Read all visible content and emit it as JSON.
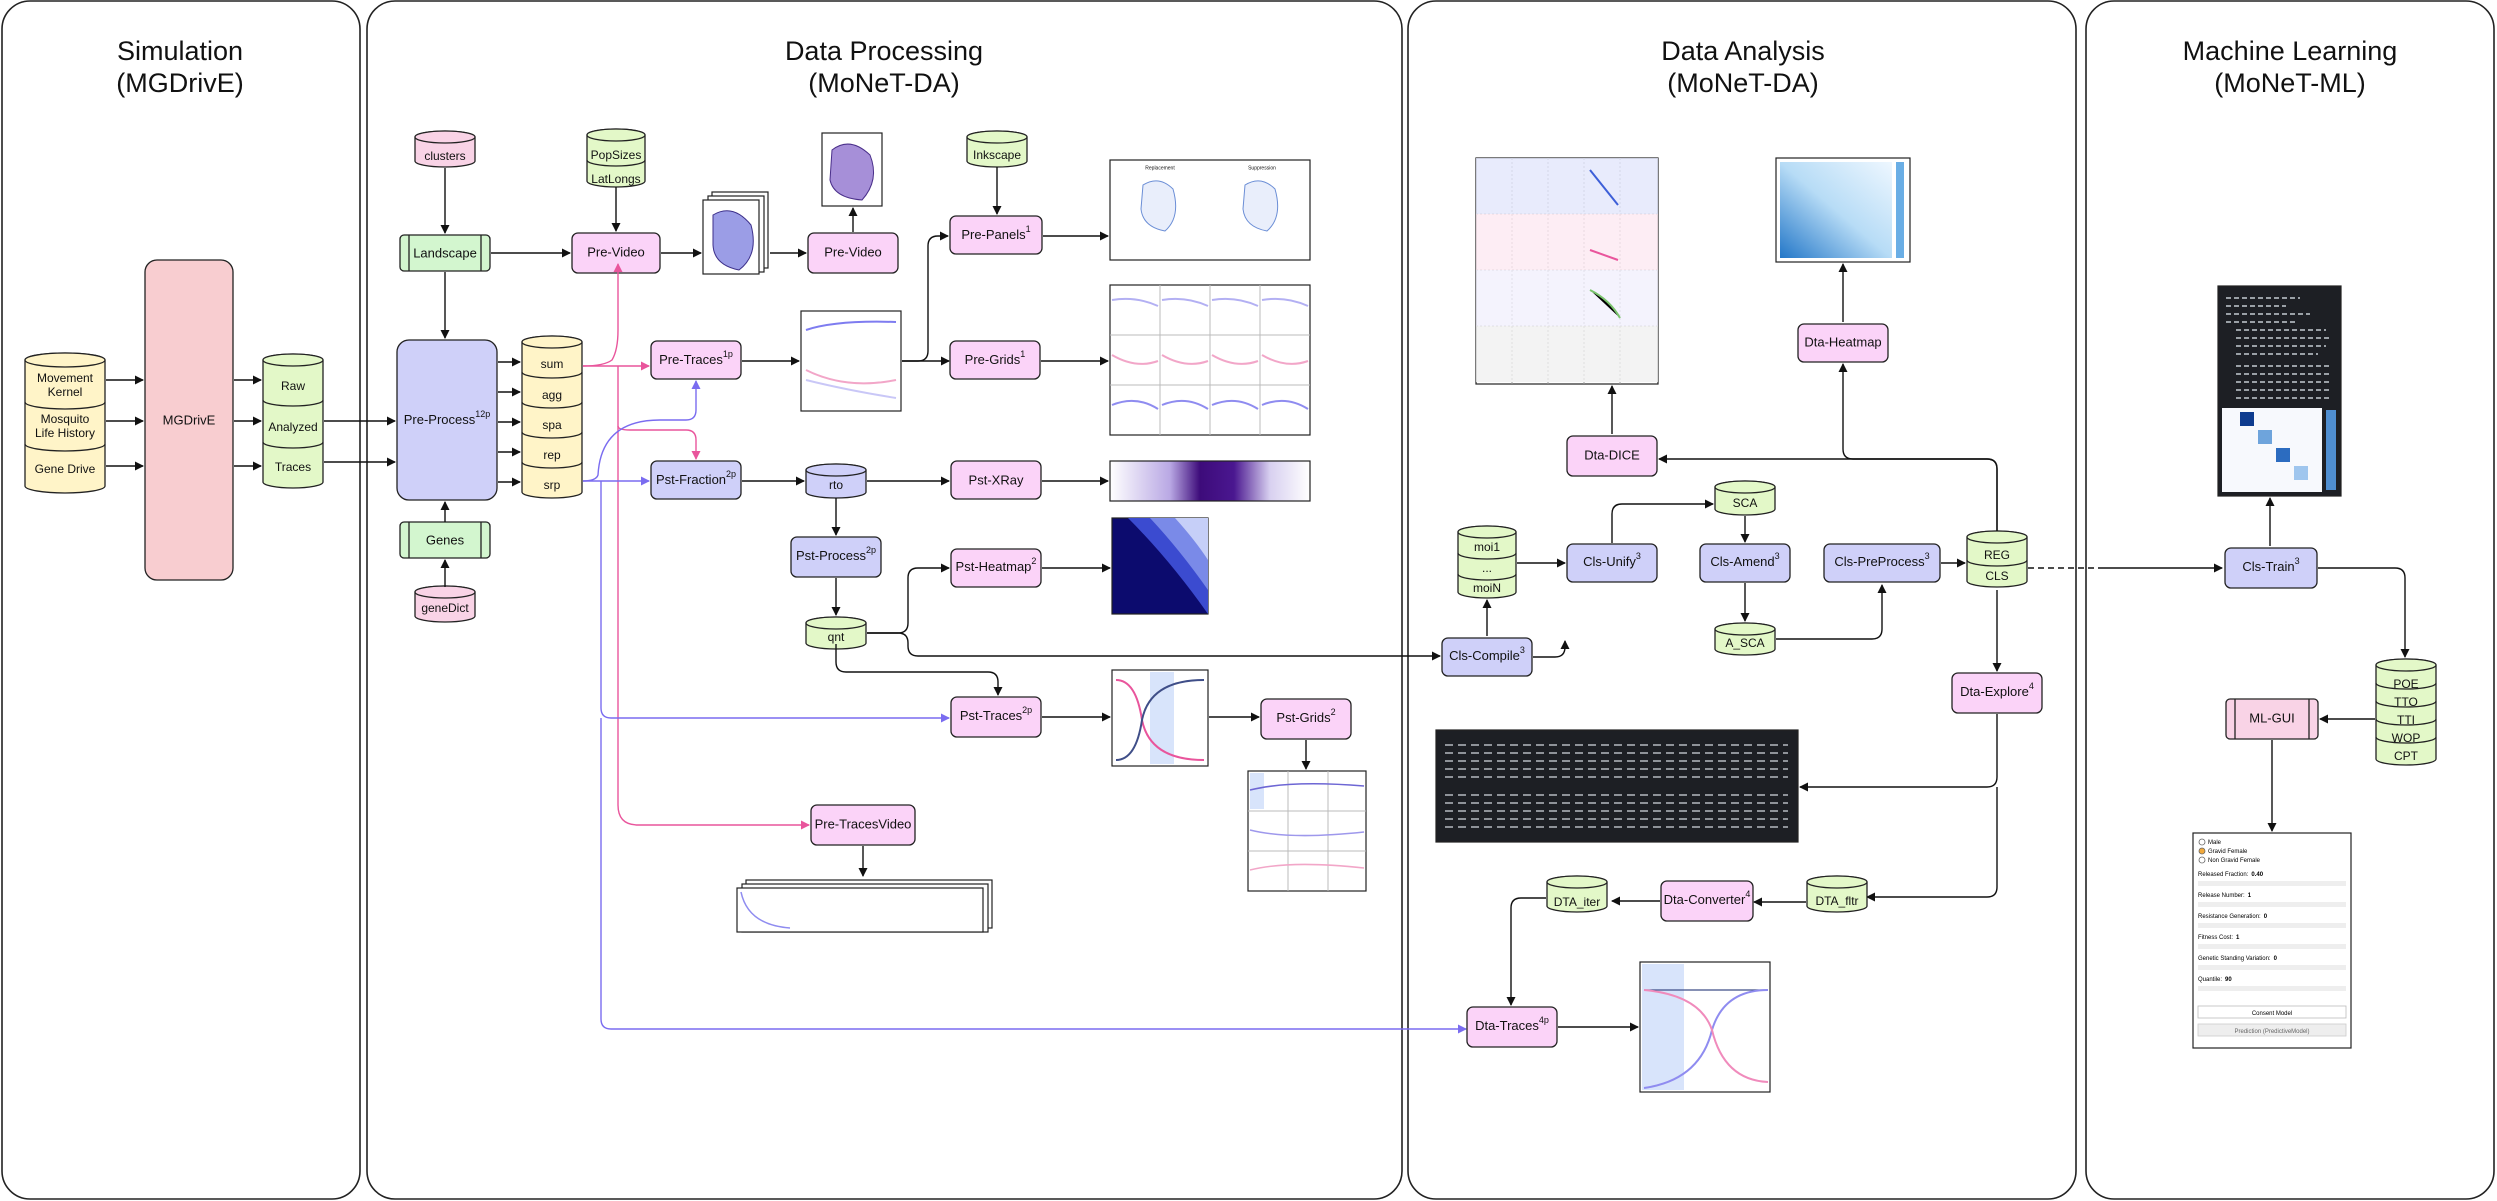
{
  "sections": [
    {
      "title": "Simulation",
      "subtitle": "(MGDrivE)"
    },
    {
      "title": "Data Processing",
      "subtitle": "(MoNeT-DA)"
    },
    {
      "title": "Data Analysis",
      "subtitle": "(MoNeT-DA)"
    },
    {
      "title": "Machine Learning",
      "subtitle": "(MoNeT-ML)"
    }
  ],
  "simulation": {
    "inputs": [
      "Movement Kernel",
      "Mosquito Life History",
      "Gene Drive"
    ],
    "inputs_lines": [
      [
        "Movement",
        "Kernel"
      ],
      [
        "Mosquito",
        "Life History"
      ],
      [
        "Gene Drive"
      ]
    ],
    "mgdrive": "MGDrivE",
    "outputs": [
      "Raw",
      "Analyzed",
      "Traces"
    ]
  },
  "processing": {
    "clusters": "clusters",
    "landscape": "Landscape",
    "genes": "Genes",
    "genedict": "geneDict",
    "preprocess": "Pre-Process",
    "preprocess_sup": "12p",
    "stores": [
      "sum",
      "agg",
      "spa",
      "rep",
      "srp"
    ],
    "popsizes": "PopSizes",
    "latlongs": "LatLongs",
    "prevideo1": "Pre-Video",
    "prevideo2": "Pre-Video",
    "inkscape": "Inkscape",
    "prepanels": "Pre-Panels",
    "prepanels_sup": "1",
    "pretraces": "Pre-Traces",
    "pretraces_sup": "1p",
    "pregrids": "Pre-Grids",
    "pregrids_sup": "1",
    "pstfraction": "Pst-Fraction",
    "pstfraction_sup": "2p",
    "rto": "rto",
    "pstxray": "Pst-XRay",
    "pstprocess": "Pst-Process",
    "pstprocess_sup": "2p",
    "pstheatmap": "Pst-Heatmap",
    "pstheatmap_sup": "2",
    "qnt": "qnt",
    "psttraces": "Pst-Traces",
    "psttraces_sup": "2p",
    "pstgrids": "Pst-Grids",
    "pstgrids_sup": "2",
    "pretracesvideo": "Pre-TracesVideo",
    "panel_titles": [
      "Replacement",
      "Suppression"
    ]
  },
  "analysis": {
    "dtadice": "Dta-DICE",
    "dtaheatmap": "Dta-Heatmap",
    "moi": [
      "moi1",
      "...",
      "moiN"
    ],
    "clsunify": "Cls-Unify",
    "clsunify_sup": "3",
    "sca": "SCA",
    "clsamend": "Cls-Amend",
    "clsamend_sup": "3",
    "asca": "A_SCA",
    "clspreprocess": "Cls-PreProcess",
    "clspreprocess_sup": "3",
    "regcls": [
      "REG",
      "CLS"
    ],
    "clscompile": "Cls-Compile",
    "clscompile_sup": "3",
    "dtaexplore": "Dta-Explore",
    "dtaexplore_sup": "4",
    "dtaconverter": "Dta-Converter",
    "dtaconverter_sup": "4",
    "dtaiter": "DTA_iter",
    "dtafltr": "DTA_fltr",
    "dtatraces": "Dta-Traces",
    "dtatraces_sup": "4p"
  },
  "ml": {
    "clstrain": "Cls-Train",
    "clstrain_sup": "3",
    "metrics": [
      "POE",
      "TTO",
      "TTI",
      "WOP",
      "CPT"
    ],
    "mlgui": "ML-GUI",
    "gui_options": [
      "Male",
      "Gravid Female",
      "Non Gravid Female"
    ],
    "gui_fields": [
      {
        "label": "Released Fraction:",
        "value": "0.40"
      },
      {
        "label": "Release Number:",
        "value": "1"
      },
      {
        "label": "Resistance Generation:",
        "value": "0"
      },
      {
        "label": "Fitness Cost:",
        "value": "1"
      },
      {
        "label": "Genetic Standing Variation:",
        "value": "0"
      },
      {
        "label": "Quantile:",
        "value": "90"
      }
    ],
    "gui_buttons": [
      "Consent Model",
      "Prediction (PredictiveModel)"
    ]
  },
  "colors": {
    "process_pink": "#fbd3f8",
    "process_lavender": "#cfd0f9",
    "mgdrive_salmon": "#f8cdd0",
    "landscape_green": "#d3f6cf",
    "input_cream": "#fff4c8",
    "store_lime": "#e3f8c8",
    "store_rose": "#f9d3e6",
    "arrow_pink": "#e9559c",
    "arrow_blue": "#7a6cf0"
  }
}
